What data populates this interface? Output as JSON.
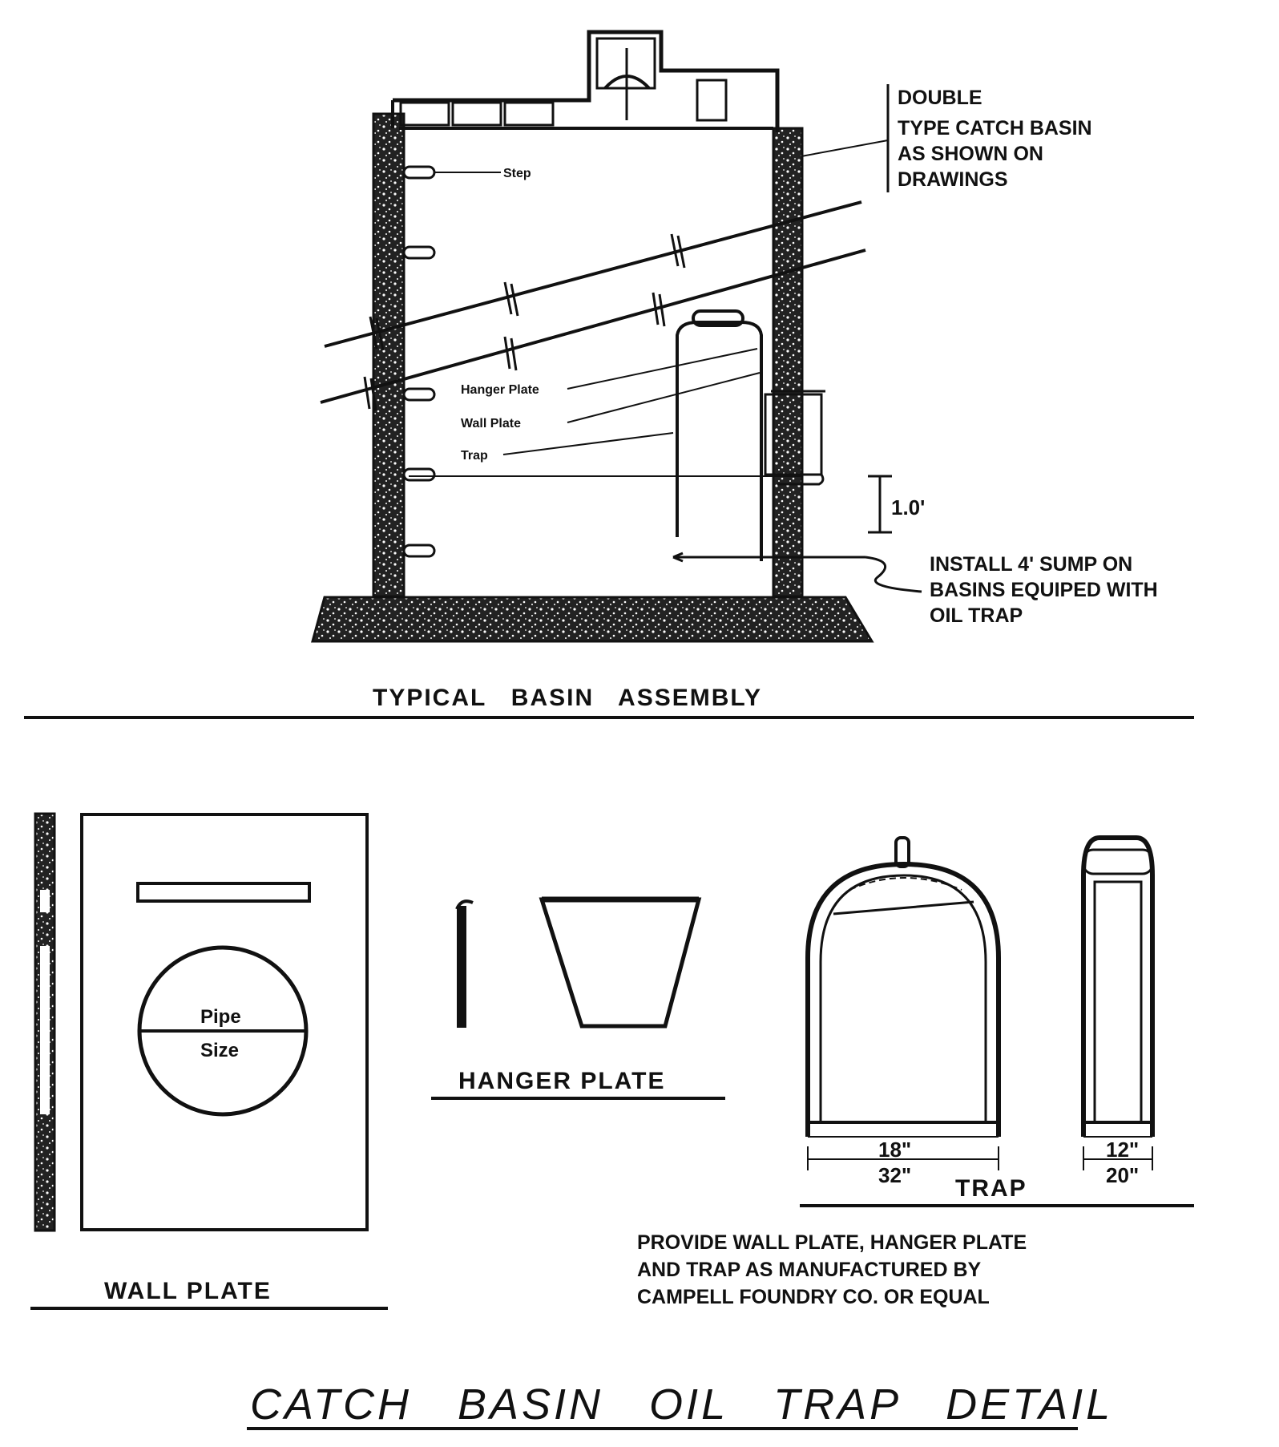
{
  "callout_double_type": [
    "DOUBLE",
    "TYPE CATCH BASIN",
    "AS SHOWN ON",
    "DRAWINGS"
  ],
  "label_step": "Step",
  "label_hanger_plate_small": "Hanger Plate",
  "label_wall_plate_small": "Wall Plate",
  "label_trap_small": "Trap",
  "dimension_1_0": "1.0'",
  "callout_sump": [
    "INSTALL 4' SUMP ON",
    "BASINS EQUIPED WITH",
    "OIL TRAP"
  ],
  "title_typical_basin_assembly": "TYPICAL   BASIN   ASSEMBLY",
  "pipe_label": [
    "Pipe",
    "Size"
  ],
  "title_wall_plate": "WALL PLATE",
  "title_hanger_plate": "HANGER PLATE",
  "trap_dims_front": {
    "inner": "18\"",
    "outer": "32\""
  },
  "trap_dims_side": {
    "inner": "12\"",
    "outer": "20\""
  },
  "title_trap": "TRAP",
  "note_manufacturer": [
    "PROVIDE WALL PLATE, HANGER PLATE",
    "AND TRAP AS MANUFACTURED BY",
    "CAMPELL FOUNDRY CO. OR EQUAL"
  ],
  "main_title": "CATCH   BASIN   OIL   TRAP   DETAIL"
}
